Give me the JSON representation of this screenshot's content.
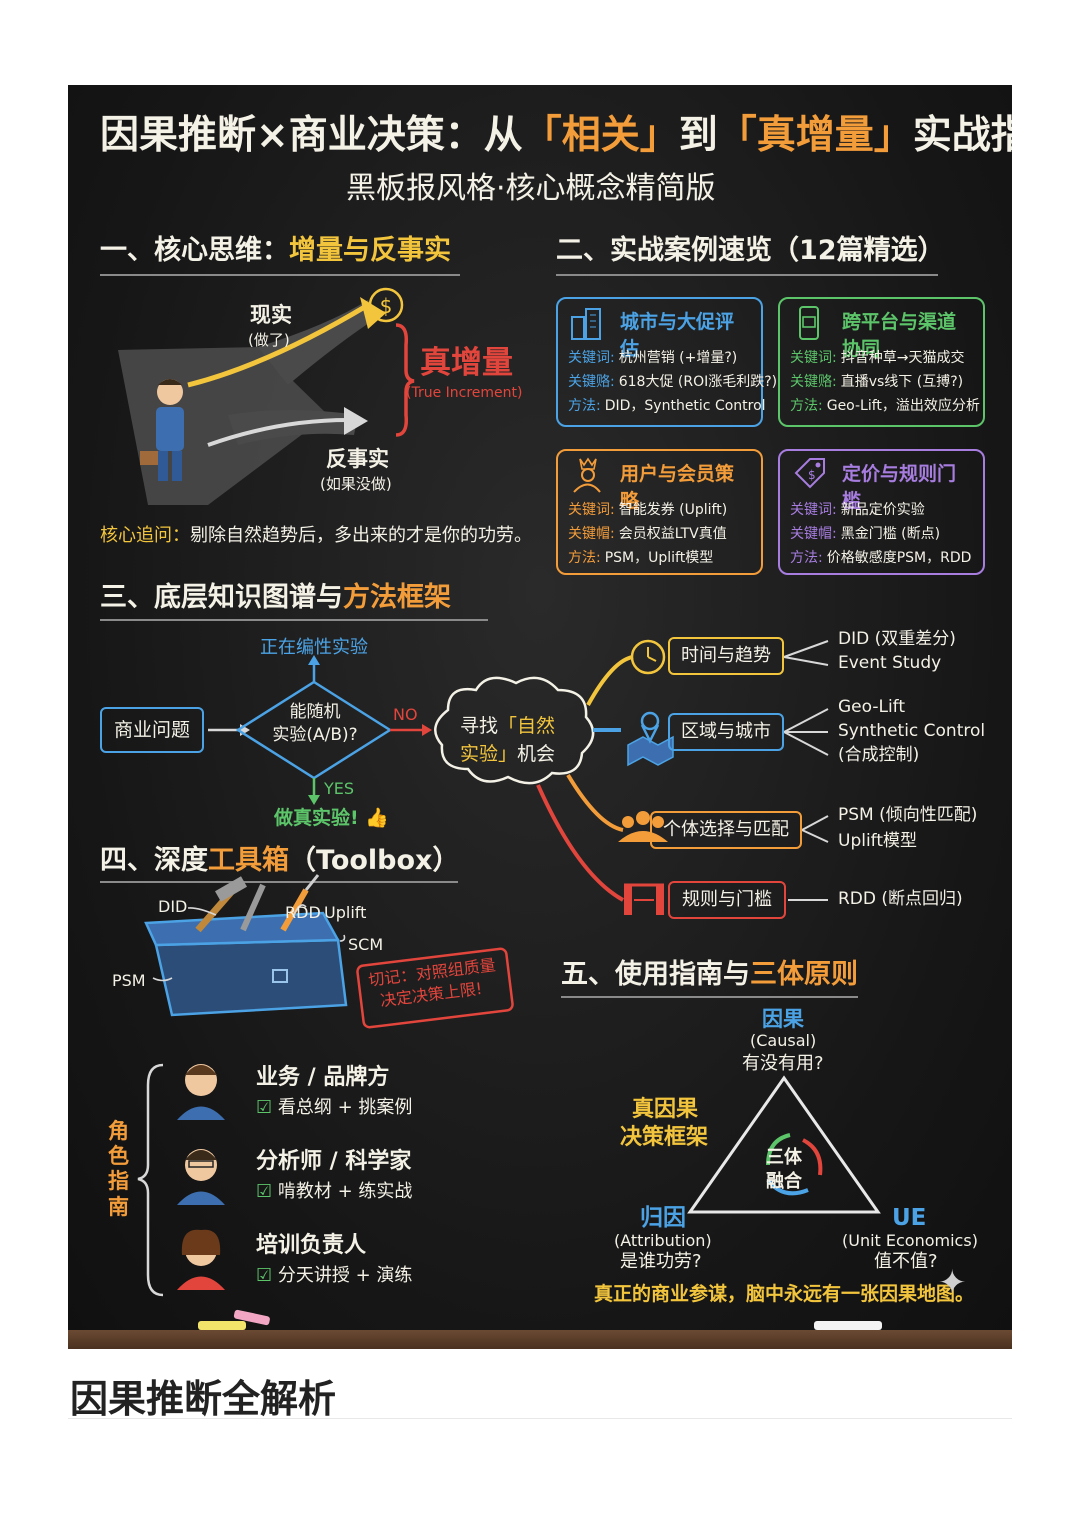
{
  "header": {
    "title_part1": "因果推断",
    "title_x": "×",
    "title_part2": "商业决策：从",
    "title_q1": "「相关」",
    "title_mid": "到",
    "title_q2": "「真增量」",
    "title_end": "实战指南",
    "subtitle": "黑板报风格·核心概念精简版"
  },
  "sec1": {
    "heading_a": "一、核心思维：",
    "heading_b": "增量与反事实",
    "reality": "现实",
    "reality_sub": "(做了)",
    "counter": "反事实",
    "counter_sub": "(如果没做)",
    "true_inc": "真增量",
    "true_inc_en": "(True Increment)",
    "core_q_label": "核心追问：",
    "core_q_text": "剔除自然趋势后，多出来的才是你的功劳。"
  },
  "sec2": {
    "heading": "二、实战案例速览（12篇精选）",
    "cards": [
      {
        "title": "城市与大促评估",
        "k1": "关键词:",
        "v1": "杭州营销 (+增量?)",
        "k2": "关键赂:",
        "v2": "618大促 (ROI涨毛利跌?)",
        "k3": "方法:",
        "v3": "DID，Synthetic Control",
        "color": "#4ba3e6",
        "icon": "building-icon"
      },
      {
        "title": "跨平台与渠道协同",
        "k1": "关键词:",
        "v1": "抖音种草→天猫成交",
        "k2": "关键赂:",
        "v2": "直播vs线下 (互搏?)",
        "k3": "方法:",
        "v3": "Geo-Lift，溢出效应分析",
        "color": "#5cc56a",
        "icon": "phone-store-icon"
      },
      {
        "title": "用户与会员策略",
        "k1": "关键词:",
        "v1": "智能发券 (Uplift)",
        "k2": "关键帽:",
        "v2": "会员权益LTV真值",
        "k3": "方法:",
        "v3": "PSM，Uplift模型",
        "color": "#f39c3a",
        "icon": "user-crown-icon"
      },
      {
        "title": "定价与规则门槛",
        "k1": "关键词:",
        "v1": "新品定价实验",
        "k2": "关键帽:",
        "v2": "黑金门槛 (断点)",
        "k3": "方法:",
        "v3": "价格敏感度PSM，RDD",
        "color": "#a77de0",
        "icon": "price-tag-icon"
      }
    ]
  },
  "sec3": {
    "heading_a": "三、底层知识图谱与",
    "heading_b": "方法框架",
    "biz": "商业问题",
    "diamond_l1": "能随机",
    "diamond_l2": "实验(A/B)?",
    "up_label": "正在编性实验",
    "no": "NO",
    "yes": "YES",
    "do_exp": "做真实验!",
    "cloud_a": "寻找",
    "cloud_b": "「自然",
    "cloud_c": "实验」",
    "cloud_d": "机会",
    "branches": [
      {
        "label": "时间与趋势",
        "m1": "DID (双重差分)",
        "m2": "Event Study",
        "m3": ""
      },
      {
        "label": "区域与城市",
        "m1": "Geo-Lift",
        "m2": "Synthetic Control",
        "m3": "(合成控制)"
      },
      {
        "label": "个体选择与匹配",
        "m1": "PSM (倾向性匹配)",
        "m2": "Uplift模型",
        "m3": ""
      },
      {
        "label": "规则与门槛",
        "m1": "RDD (断点回归)",
        "m2": "",
        "m3": ""
      }
    ]
  },
  "sec4": {
    "heading_a": "四、深度",
    "heading_b": "工具箱",
    "heading_c": "（Toolbox）",
    "tools": {
      "did": "DID",
      "rdd": "RDD",
      "uplift": "Uplift",
      "scm": "SCM",
      "psm": "PSM"
    },
    "note_l1": "切记：对照组质量",
    "note_l2": "决定决策上限!"
  },
  "roles": {
    "side_label": [
      "角",
      "色",
      "指",
      "南"
    ],
    "items": [
      {
        "name": "业务 / 品牌方",
        "task": "看总纲 + 挑案例"
      },
      {
        "name": "分析师 / 科学家",
        "task": "啃教材 + 练实战"
      },
      {
        "name": "培训负责人",
        "task": "分天讲授 + 演练"
      }
    ]
  },
  "sec5": {
    "heading_a": "五、使用指南与",
    "heading_b": "三体原则",
    "top": "因果",
    "top_en": "(Causal)",
    "top_q": "有没有用?",
    "left_label_l1": "真因果",
    "left_label_l2": "决策框架",
    "center_l1": "三体",
    "center_l2": "融合",
    "bl": "归因",
    "bl_en": "(Attribution)",
    "bl_q": "是谁功劳?",
    "br": "UE",
    "br_en": "(Unit Economics)",
    "br_q": "值不值?",
    "closing": "真正的商业参谋，脑中永远有一张因果地图。"
  },
  "footer": {
    "title": "因果推断全解析"
  }
}
